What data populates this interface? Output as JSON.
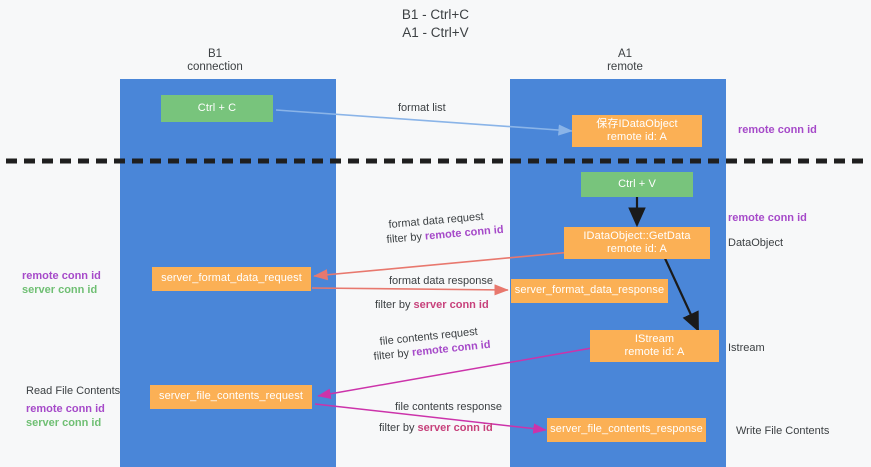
{
  "title": {
    "line1": "B1 - Ctrl+C",
    "line2": "A1 - Ctrl+V"
  },
  "lanes": [
    {
      "id": "b1",
      "head_line1": "B1",
      "head_line2": "connection",
      "color": "#4a86d8"
    },
    {
      "id": "a1",
      "head_line1": "A1",
      "head_line2": "remote",
      "color": "#4a86d8"
    }
  ],
  "nodes": {
    "ctrl_c": {
      "label": "Ctrl + C",
      "sub": "",
      "color": "#78c47c"
    },
    "save_dataobject": {
      "label": "保存IDataObject",
      "sub": "remote id: A",
      "color": "#fbb055"
    },
    "ctrl_v": {
      "label": "Ctrl + V",
      "sub": "",
      "color": "#78c47c"
    },
    "getdata": {
      "label": "IDataObject::GetData",
      "sub": "remote id: A",
      "color": "#fbb055"
    },
    "fmt_req": {
      "label": "server_format_data_request",
      "sub": "",
      "color": "#fbb055"
    },
    "fmt_resp": {
      "label": "server_format_data_response",
      "sub": "",
      "color": "#fbb055"
    },
    "istream": {
      "label": "IStream",
      "sub": "remote id: A",
      "color": "#fbb055"
    },
    "file_req": {
      "label": "server_file_contents_request",
      "sub": "",
      "color": "#fbb055"
    },
    "file_resp": {
      "label": "server_file_contents_response",
      "sub": "",
      "color": "#fbb055"
    }
  },
  "edge_labels": {
    "format_list": "format list",
    "format_data_request": "format data request",
    "format_data_request_filter_prefix": "filter by ",
    "format_data_request_filter_key": "remote conn id",
    "format_data_response": "format data response",
    "format_data_response_filter_prefix": "filter by ",
    "format_data_response_filter_key": "server conn id",
    "file_contents_request": "file contents request",
    "file_contents_request_filter_prefix": "filter by ",
    "file_contents_request_filter_key": "remote conn id",
    "file_contents_response": "file contents response",
    "file_contents_response_filter_prefix": "filter by ",
    "file_contents_response_filter_key": "server conn id"
  },
  "annotations": {
    "right_remote_conn_id_top": "remote conn id",
    "right_remote_conn_id_mid": "remote conn id",
    "right_dataobject": "DataObject",
    "right_istream": "Istream",
    "right_write_file_contents": "Write File Contents",
    "left_remote_conn_id": "remote conn id",
    "left_server_conn_id": "server conn id",
    "left_read_file_contents": "Read File Contents",
    "left_remote_conn_id_2": "remote conn id",
    "left_server_conn_id_2": "server conn id"
  },
  "colors": {
    "lane": "#4a86d8",
    "green_node": "#78c47c",
    "orange_node": "#fbb055",
    "purple_key": "#a64ac9",
    "green_key": "#6fbf73",
    "magenta_key": "#c7417b",
    "arrow_blue": "#8ab4e8",
    "arrow_red": "#e8786e",
    "arrow_magenta": "#cc33aa",
    "arrow_black": "#1a1a1a",
    "divider": "#1f1f1f"
  },
  "divider": {
    "style": "dashed",
    "label": ""
  }
}
